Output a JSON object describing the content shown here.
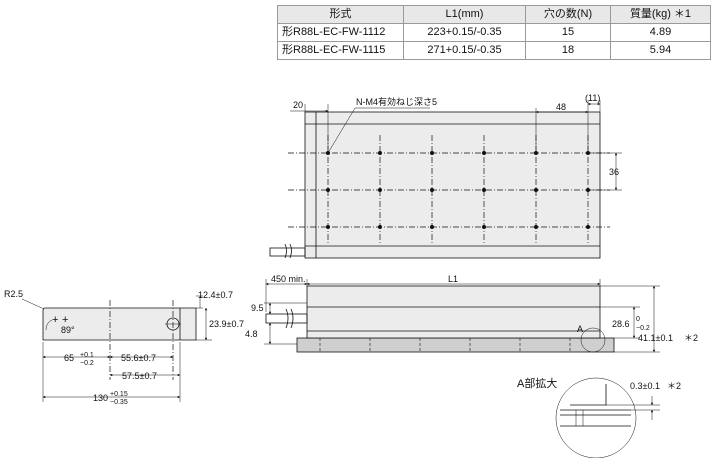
{
  "table": {
    "headers": [
      "形式",
      "L1(mm)",
      "穴の数(N)",
      "質量(kg) ＊1"
    ],
    "rows": [
      [
        "形R88L-EC-FW-1112",
        "223+0.15/-0.35",
        "15",
        "4.89"
      ],
      [
        "形R88L-EC-FW-1115",
        "271+0.15/-0.35",
        "18",
        "5.94"
      ]
    ]
  },
  "top_view": {
    "dim_20": "20",
    "note_holes": "N-M4有効ねじ深さ5",
    "dim_48": "48",
    "dim_11": "(11)",
    "dim_36": "36"
  },
  "side_view": {
    "dim_450min": "450 min.",
    "dim_L1": "L1",
    "dim_9_5": "9.5",
    "dim_4_8": "4.8",
    "label_A": "A",
    "dim_28_6": "28.6",
    "dim_28_6_tol_upper": "0",
    "dim_28_6_tol_lower": "−0.2",
    "dim_41_1": "41.1±0.1",
    "mark_2": "＊2"
  },
  "end_view": {
    "radius": "R2.5",
    "angle": "89°",
    "dim_12_4": "12.4±0.7",
    "dim_23_9": "23.9±0.7",
    "dim_65": "65",
    "dim_65_tol_upper": "+0.1",
    "dim_65_tol_lower": "−0.2",
    "dim_55_6": "55.6±0.7",
    "dim_57_5": "57.5±0.7",
    "dim_130": "130",
    "dim_130_tol_upper": "+0.15",
    "dim_130_tol_lower": "−0.35"
  },
  "detail_view": {
    "title": "A部拡大",
    "dim_0_3": "0.3±0.1",
    "mark_2": "＊2"
  }
}
